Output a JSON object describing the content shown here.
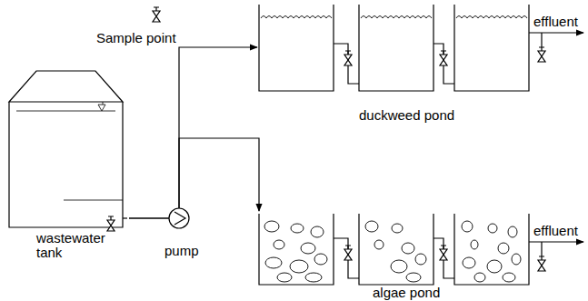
{
  "diagram": {
    "nodes": [
      {
        "text": [
          "wastewater tank"
        ]
      },
      {
        "text": [
          "duckweed pond"
        ]
      },
      {
        "text": [
          "algae pond"
        ]
      }
    ],
    "edges": [
      {
        "from": 0,
        "to": 1,
        "arrow": "to"
      },
      {
        "from": 0,
        "to": 2,
        "arrow": "to"
      }
    ],
    "labels": [
      "Sample point",
      "pump",
      "effluent",
      "effluent"
    ]
  }
}
